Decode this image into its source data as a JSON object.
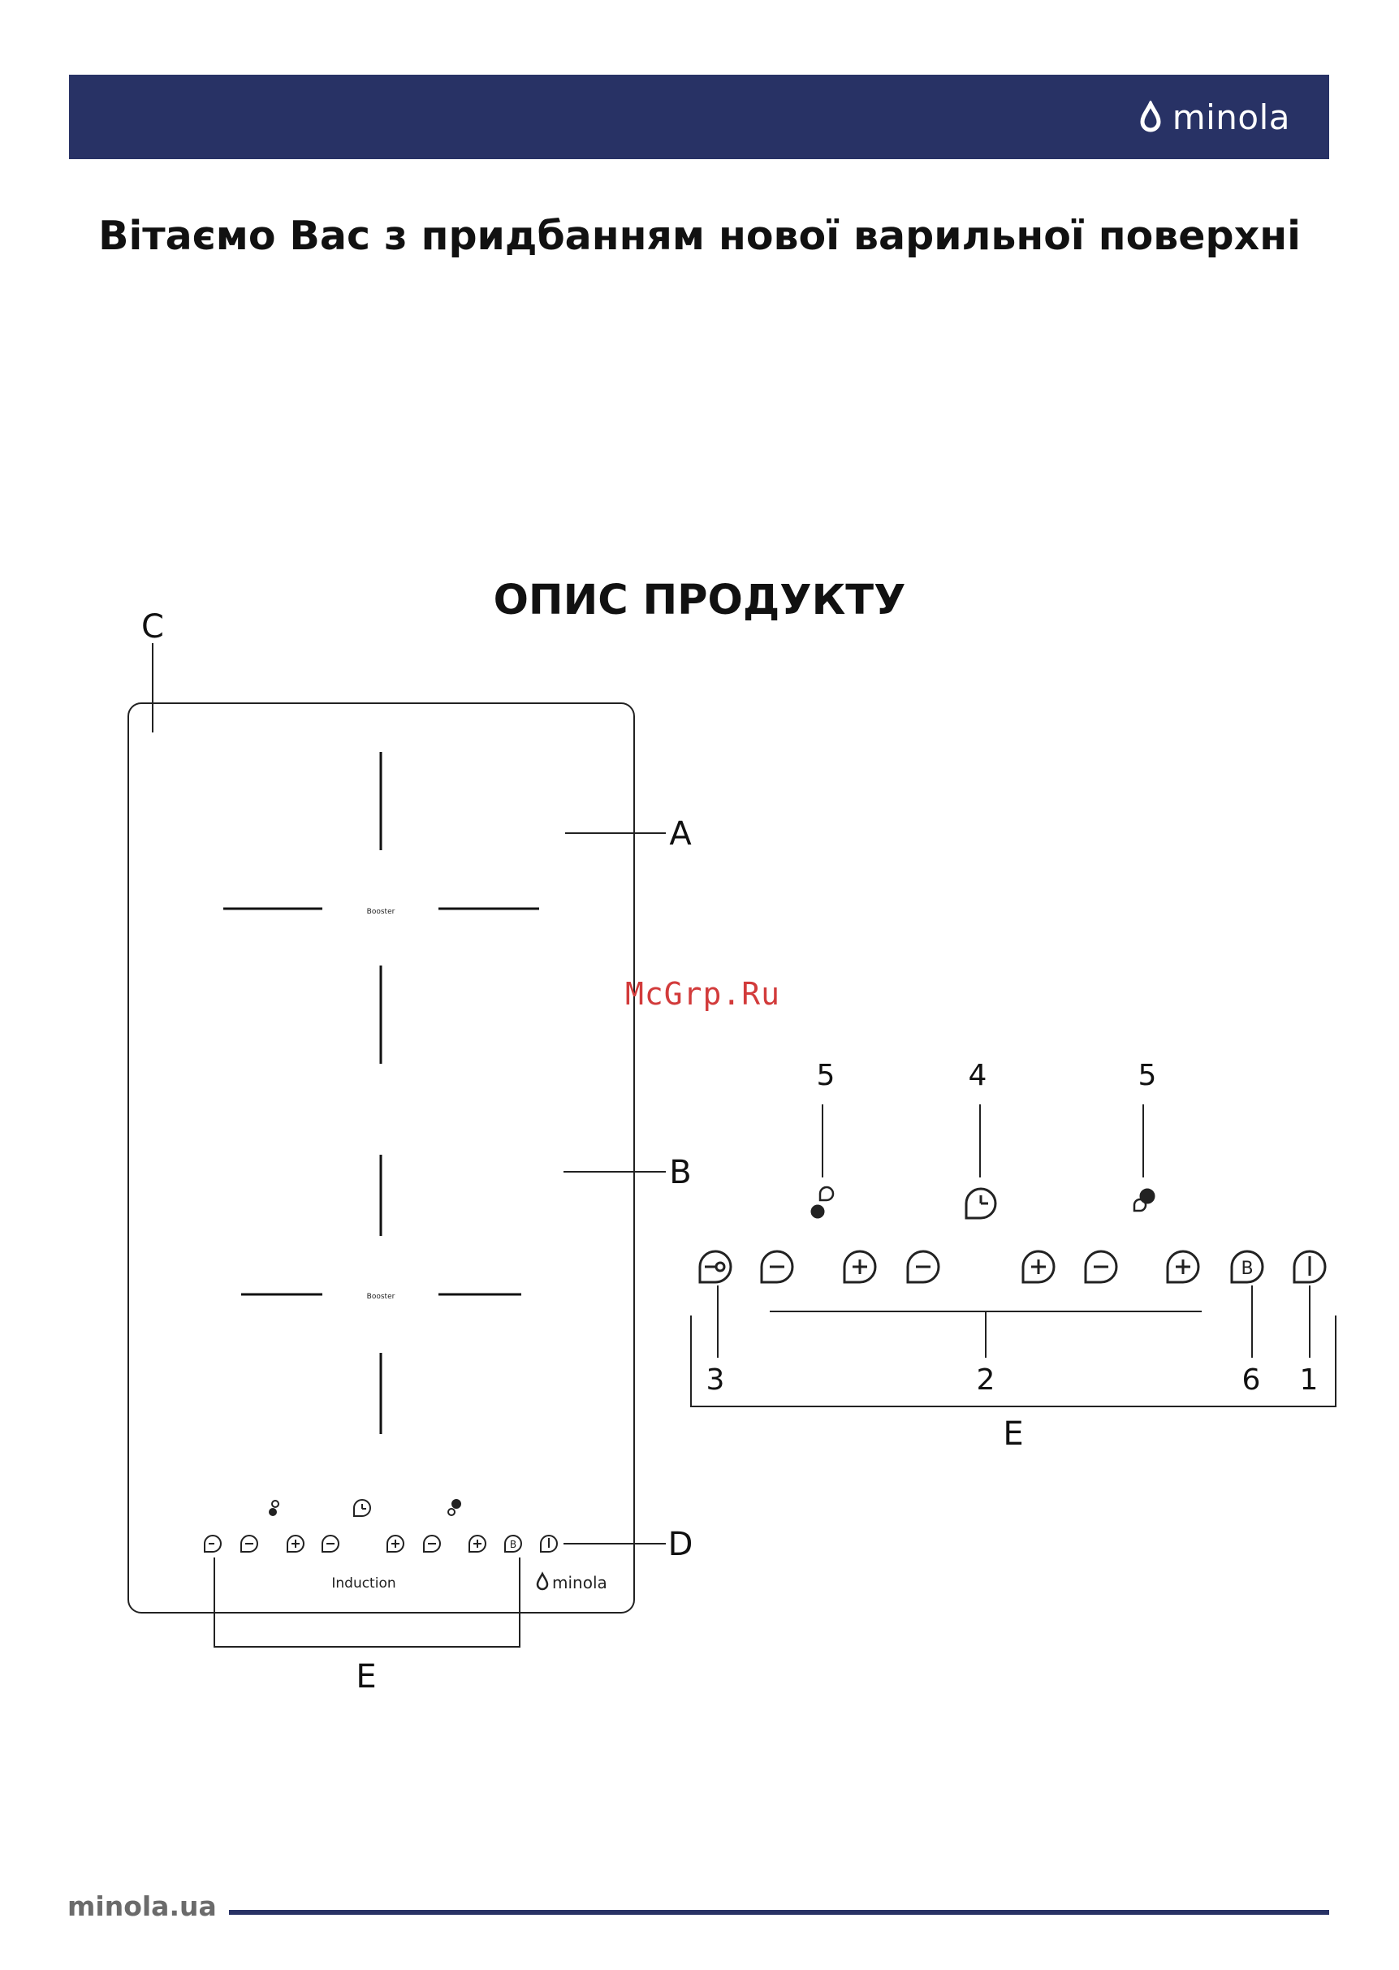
{
  "header": {
    "brand": "minola"
  },
  "welcome_title": "Вітаємо Вас з придбанням нової варильної поверхні",
  "section_title": "ОПИС ПРОДУКТУ",
  "hob": {
    "zone_a_label": "Booster",
    "zone_b_label": "Booster",
    "panel_text": "Induction",
    "panel_brand": "minola"
  },
  "callouts": {
    "a": "A",
    "b": "B",
    "c": "C",
    "d": "D",
    "e": "E"
  },
  "panel_detail": {
    "top_numbers": [
      "5",
      "4",
      "5"
    ],
    "bottom_numbers": [
      "3",
      "2",
      "6",
      "1"
    ],
    "group_label": "E",
    "button_glyph": "B"
  },
  "watermark": "McGrp.Ru",
  "footer": {
    "site": "minola.ua"
  },
  "colors": {
    "brand_navy": "#283265",
    "watermark_red": "#d23b3b",
    "footer_gray": "#6b6b6b"
  },
  "icons": [
    "minola-drop-icon",
    "lock-icon",
    "minus-icon",
    "plus-icon",
    "timer-icon",
    "zone-left-icon",
    "zone-right-icon",
    "booster-icon",
    "power-icon"
  ]
}
